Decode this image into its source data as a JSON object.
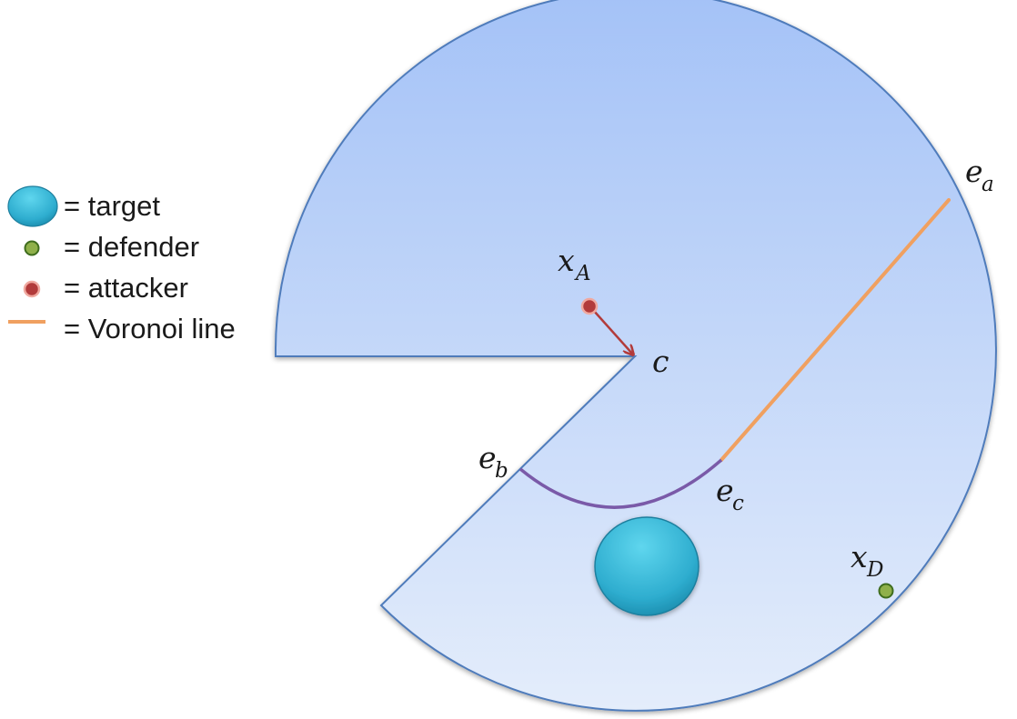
{
  "legend": {
    "target": "= target",
    "defender": "= defender",
    "attacker": "= attacker",
    "voronoi": "= Voronoi line"
  },
  "labels": {
    "xA": {
      "base": "x",
      "sub": "A"
    },
    "c": {
      "base": "c"
    },
    "ea": {
      "base": "e",
      "sub": "a"
    },
    "eb": {
      "base": "e",
      "sub": "b"
    },
    "ec": {
      "base": "e",
      "sub": "c"
    },
    "xD": {
      "base": "x",
      "sub": "D"
    }
  },
  "colors": {
    "region_top": "#a4c2f7",
    "region_bottom": "#e4edfb",
    "region_stroke": "#4f7bbb",
    "target": "#3cb8d6",
    "defender": "#8fb04a",
    "attacker": "#b23b3b",
    "voronoi": "#f0a060",
    "arc": "#7a5aa8"
  }
}
